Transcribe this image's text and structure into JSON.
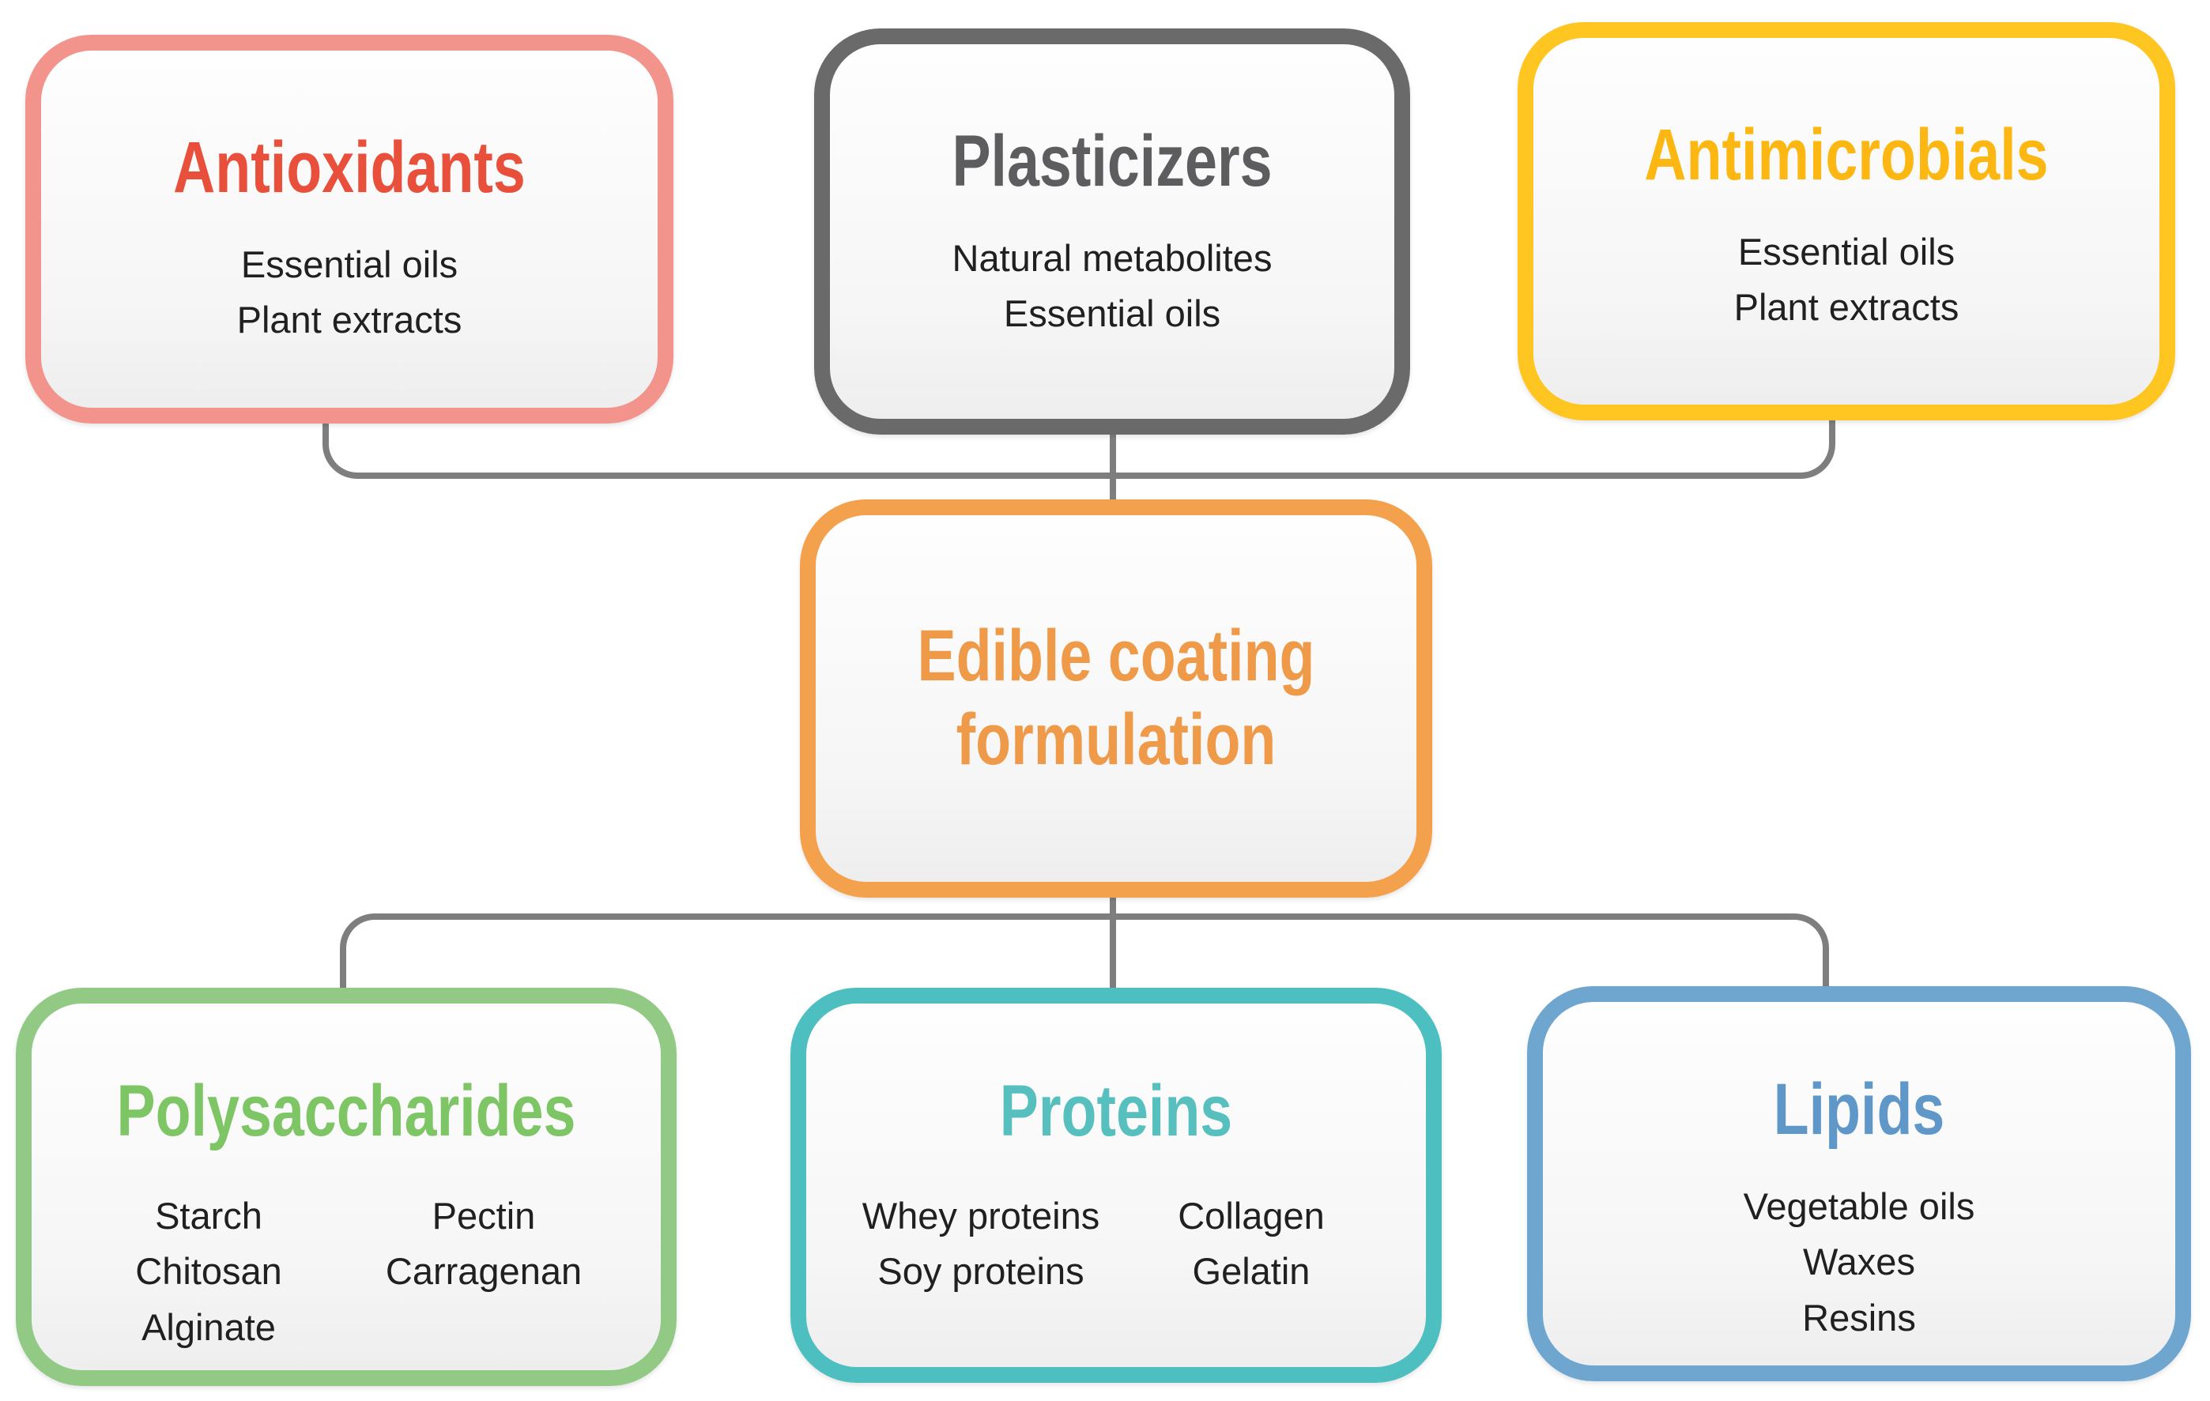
{
  "diagram": {
    "connector_color": "#7e7e7e",
    "body_text_color": "#202020",
    "center": {
      "title": "Edible coating formulation",
      "border_color": "#f4a14d",
      "title_color": "#ef9a49"
    },
    "top_row": [
      {
        "title": "Antioxidants",
        "items": [
          "Essential oils",
          "Plant extracts"
        ],
        "border_color": "#f2938c",
        "title_color": "#e9503c"
      },
      {
        "title": "Plasticizers",
        "items": [
          "Natural metabolites",
          "Essential oils"
        ],
        "border_color": "#6a6a6a",
        "title_color": "#5d5d5f"
      },
      {
        "title": "Antimicrobials",
        "items": [
          "Essential oils",
          "Plant extracts"
        ],
        "border_color": "#ffc520",
        "title_color": "#fcb712"
      }
    ],
    "bottom_row": [
      {
        "title": "Polysaccharides",
        "columns": [
          [
            "Starch",
            "Chitosan",
            "Alginate"
          ],
          [
            "Pectin",
            "Carragenan"
          ]
        ],
        "border_color": "#92c985",
        "title_color": "#7dc565"
      },
      {
        "title": "Proteins",
        "columns": [
          [
            "Whey proteins",
            "Soy proteins"
          ],
          [
            "Collagen",
            "Gelatin"
          ]
        ],
        "border_color": "#4dbfc1",
        "title_color": "#58bfbf"
      },
      {
        "title": "Lipids",
        "columns": [
          [
            "Vegetable oils",
            "Waxes",
            "Resins"
          ]
        ],
        "border_color": "#6fa6d0",
        "title_color": "#5e97c8"
      }
    ]
  }
}
